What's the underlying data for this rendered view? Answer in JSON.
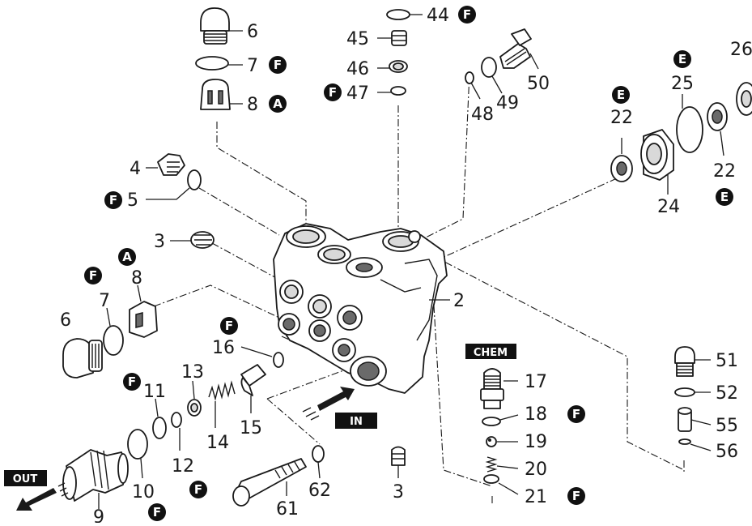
{
  "diagram": {
    "callouts": [
      {
        "id": "c6a",
        "text": "6"
      },
      {
        "id": "c7a",
        "text": "7"
      },
      {
        "id": "c8a",
        "text": "8"
      },
      {
        "id": "c44",
        "text": "44"
      },
      {
        "id": "c45",
        "text": "45"
      },
      {
        "id": "c46",
        "text": "46"
      },
      {
        "id": "c47",
        "text": "47"
      },
      {
        "id": "c48",
        "text": "48"
      },
      {
        "id": "c49",
        "text": "49"
      },
      {
        "id": "c50",
        "text": "50"
      },
      {
        "id": "c25",
        "text": "25"
      },
      {
        "id": "c26",
        "text": "26"
      },
      {
        "id": "c22a",
        "text": "22"
      },
      {
        "id": "c22b",
        "text": "22"
      },
      {
        "id": "c24",
        "text": "24"
      },
      {
        "id": "c4",
        "text": "4"
      },
      {
        "id": "c5",
        "text": "5"
      },
      {
        "id": "c3a",
        "text": "3"
      },
      {
        "id": "c2",
        "text": "2"
      },
      {
        "id": "c8b",
        "text": "8"
      },
      {
        "id": "c7b",
        "text": "7"
      },
      {
        "id": "c6b",
        "text": "6"
      },
      {
        "id": "c16",
        "text": "16"
      },
      {
        "id": "c11",
        "text": "11"
      },
      {
        "id": "c13",
        "text": "13"
      },
      {
        "id": "c10",
        "text": "10"
      },
      {
        "id": "c12",
        "text": "12"
      },
      {
        "id": "c14",
        "text": "14"
      },
      {
        "id": "c15",
        "text": "15"
      },
      {
        "id": "c9",
        "text": "9"
      },
      {
        "id": "c61",
        "text": "61"
      },
      {
        "id": "c62",
        "text": "62"
      },
      {
        "id": "c3b",
        "text": "3"
      },
      {
        "id": "c17",
        "text": "17"
      },
      {
        "id": "c18",
        "text": "18"
      },
      {
        "id": "c19",
        "text": "19"
      },
      {
        "id": "c20",
        "text": "20"
      },
      {
        "id": "c21",
        "text": "21"
      },
      {
        "id": "c51",
        "text": "51"
      },
      {
        "id": "c52",
        "text": "52"
      },
      {
        "id": "c55",
        "text": "55"
      },
      {
        "id": "c56",
        "text": "56"
      }
    ],
    "badges": [
      {
        "id": "b7a",
        "text": "F"
      },
      {
        "id": "b8a",
        "text": "A"
      },
      {
        "id": "b44",
        "text": "F"
      },
      {
        "id": "b47",
        "text": "F"
      },
      {
        "id": "b25",
        "text": "E"
      },
      {
        "id": "b22a",
        "text": "E"
      },
      {
        "id": "b22b",
        "text": "E"
      },
      {
        "id": "b5",
        "text": "F"
      },
      {
        "id": "b8b",
        "text": "A"
      },
      {
        "id": "b7b",
        "text": "F"
      },
      {
        "id": "b16",
        "text": "F"
      },
      {
        "id": "b11",
        "text": "F"
      },
      {
        "id": "b12",
        "text": "F"
      },
      {
        "id": "b10",
        "text": "F"
      },
      {
        "id": "b18",
        "text": "F"
      },
      {
        "id": "b21",
        "text": "F"
      }
    ],
    "tags": [
      {
        "id": "t_out",
        "text": "OUT"
      },
      {
        "id": "t_in",
        "text": "IN"
      },
      {
        "id": "t_chem",
        "text": "CHEM"
      }
    ]
  }
}
